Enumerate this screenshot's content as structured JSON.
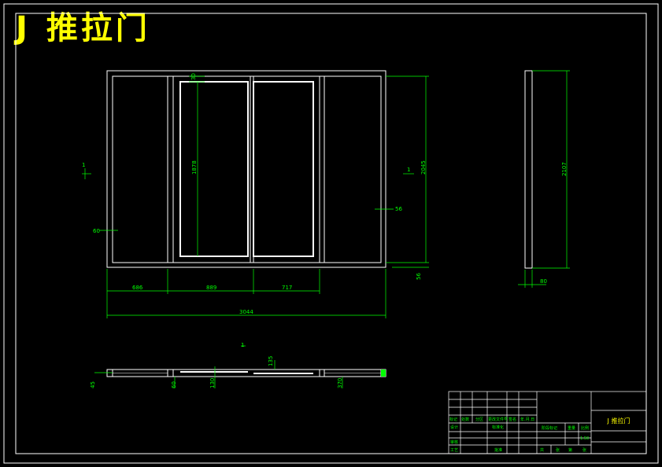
{
  "title": {
    "letter": "J",
    "name": "推拉门"
  },
  "front_view": {
    "dims": {
      "top_inset": "30",
      "pane_height": "1878",
      "total_height": "2045",
      "side_gap": "56",
      "left_gap": "60",
      "bottom_gap": "56",
      "w_left": "686",
      "w_mid": "889",
      "w_right": "717",
      "overall_width": "3044",
      "marker_left": "1",
      "marker_right": "1"
    }
  },
  "side_view": {
    "dims": {
      "height": "2107",
      "depth": "80"
    }
  },
  "plan_view": {
    "dims": {
      "a": "45",
      "b": "60",
      "c": "130",
      "d": "135",
      "e": "370"
    },
    "marker": "1"
  },
  "title_block": {
    "drawing_name": "J 推拉门",
    "col_labels": [
      "标记",
      "处数",
      "分区",
      "更改文件号",
      "签名",
      "年.月.日"
    ],
    "row_labels": [
      "设计",
      "审核",
      "工艺"
    ],
    "std_label": "标准化",
    "approve_label": "批准",
    "stage_label": "阶段标记",
    "weight_label": "重量",
    "scale_label": "比例",
    "scale_value": "1:50",
    "sheet_row": [
      "共",
      "张",
      "第",
      "张"
    ]
  }
}
